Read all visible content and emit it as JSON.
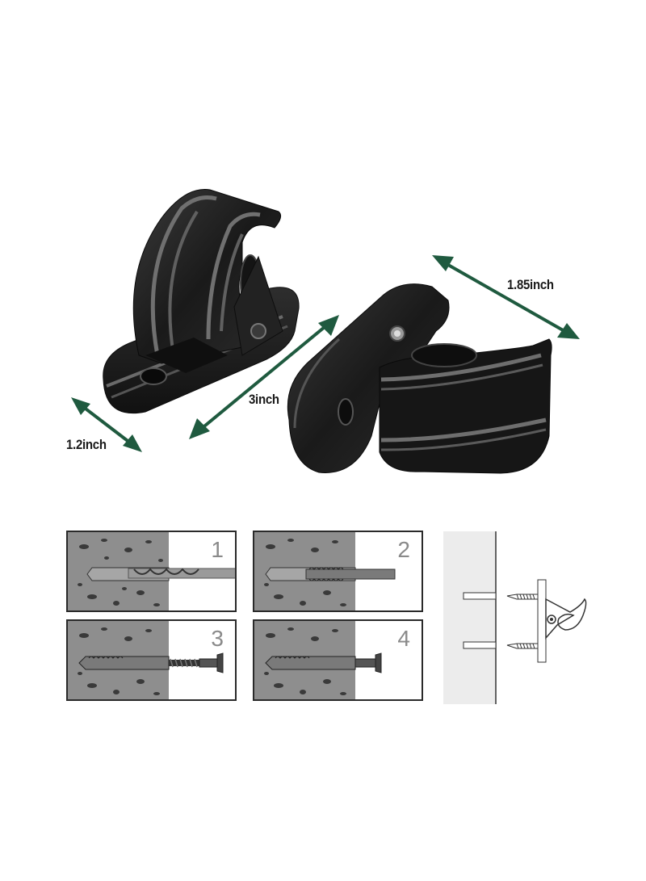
{
  "product": {
    "name": "Clamp mount bracket (pair)",
    "color": "#1c1c1c",
    "stripe_color": "#6a6a6a"
  },
  "dimensions": {
    "arrow_color": "#1f5a3f",
    "width_label": "1.2inch",
    "length_label": "3inch",
    "height_label": "1.85inch"
  },
  "installation_steps": [
    {
      "number": "1",
      "description": "drill-hole"
    },
    {
      "number": "2",
      "description": "insert-anchor"
    },
    {
      "number": "3",
      "description": "drive-screw"
    },
    {
      "number": "4",
      "description": "screw-seated"
    }
  ],
  "mounting_diagram": {
    "description": "bracket-mounted-to-wall-with-two-screws"
  }
}
